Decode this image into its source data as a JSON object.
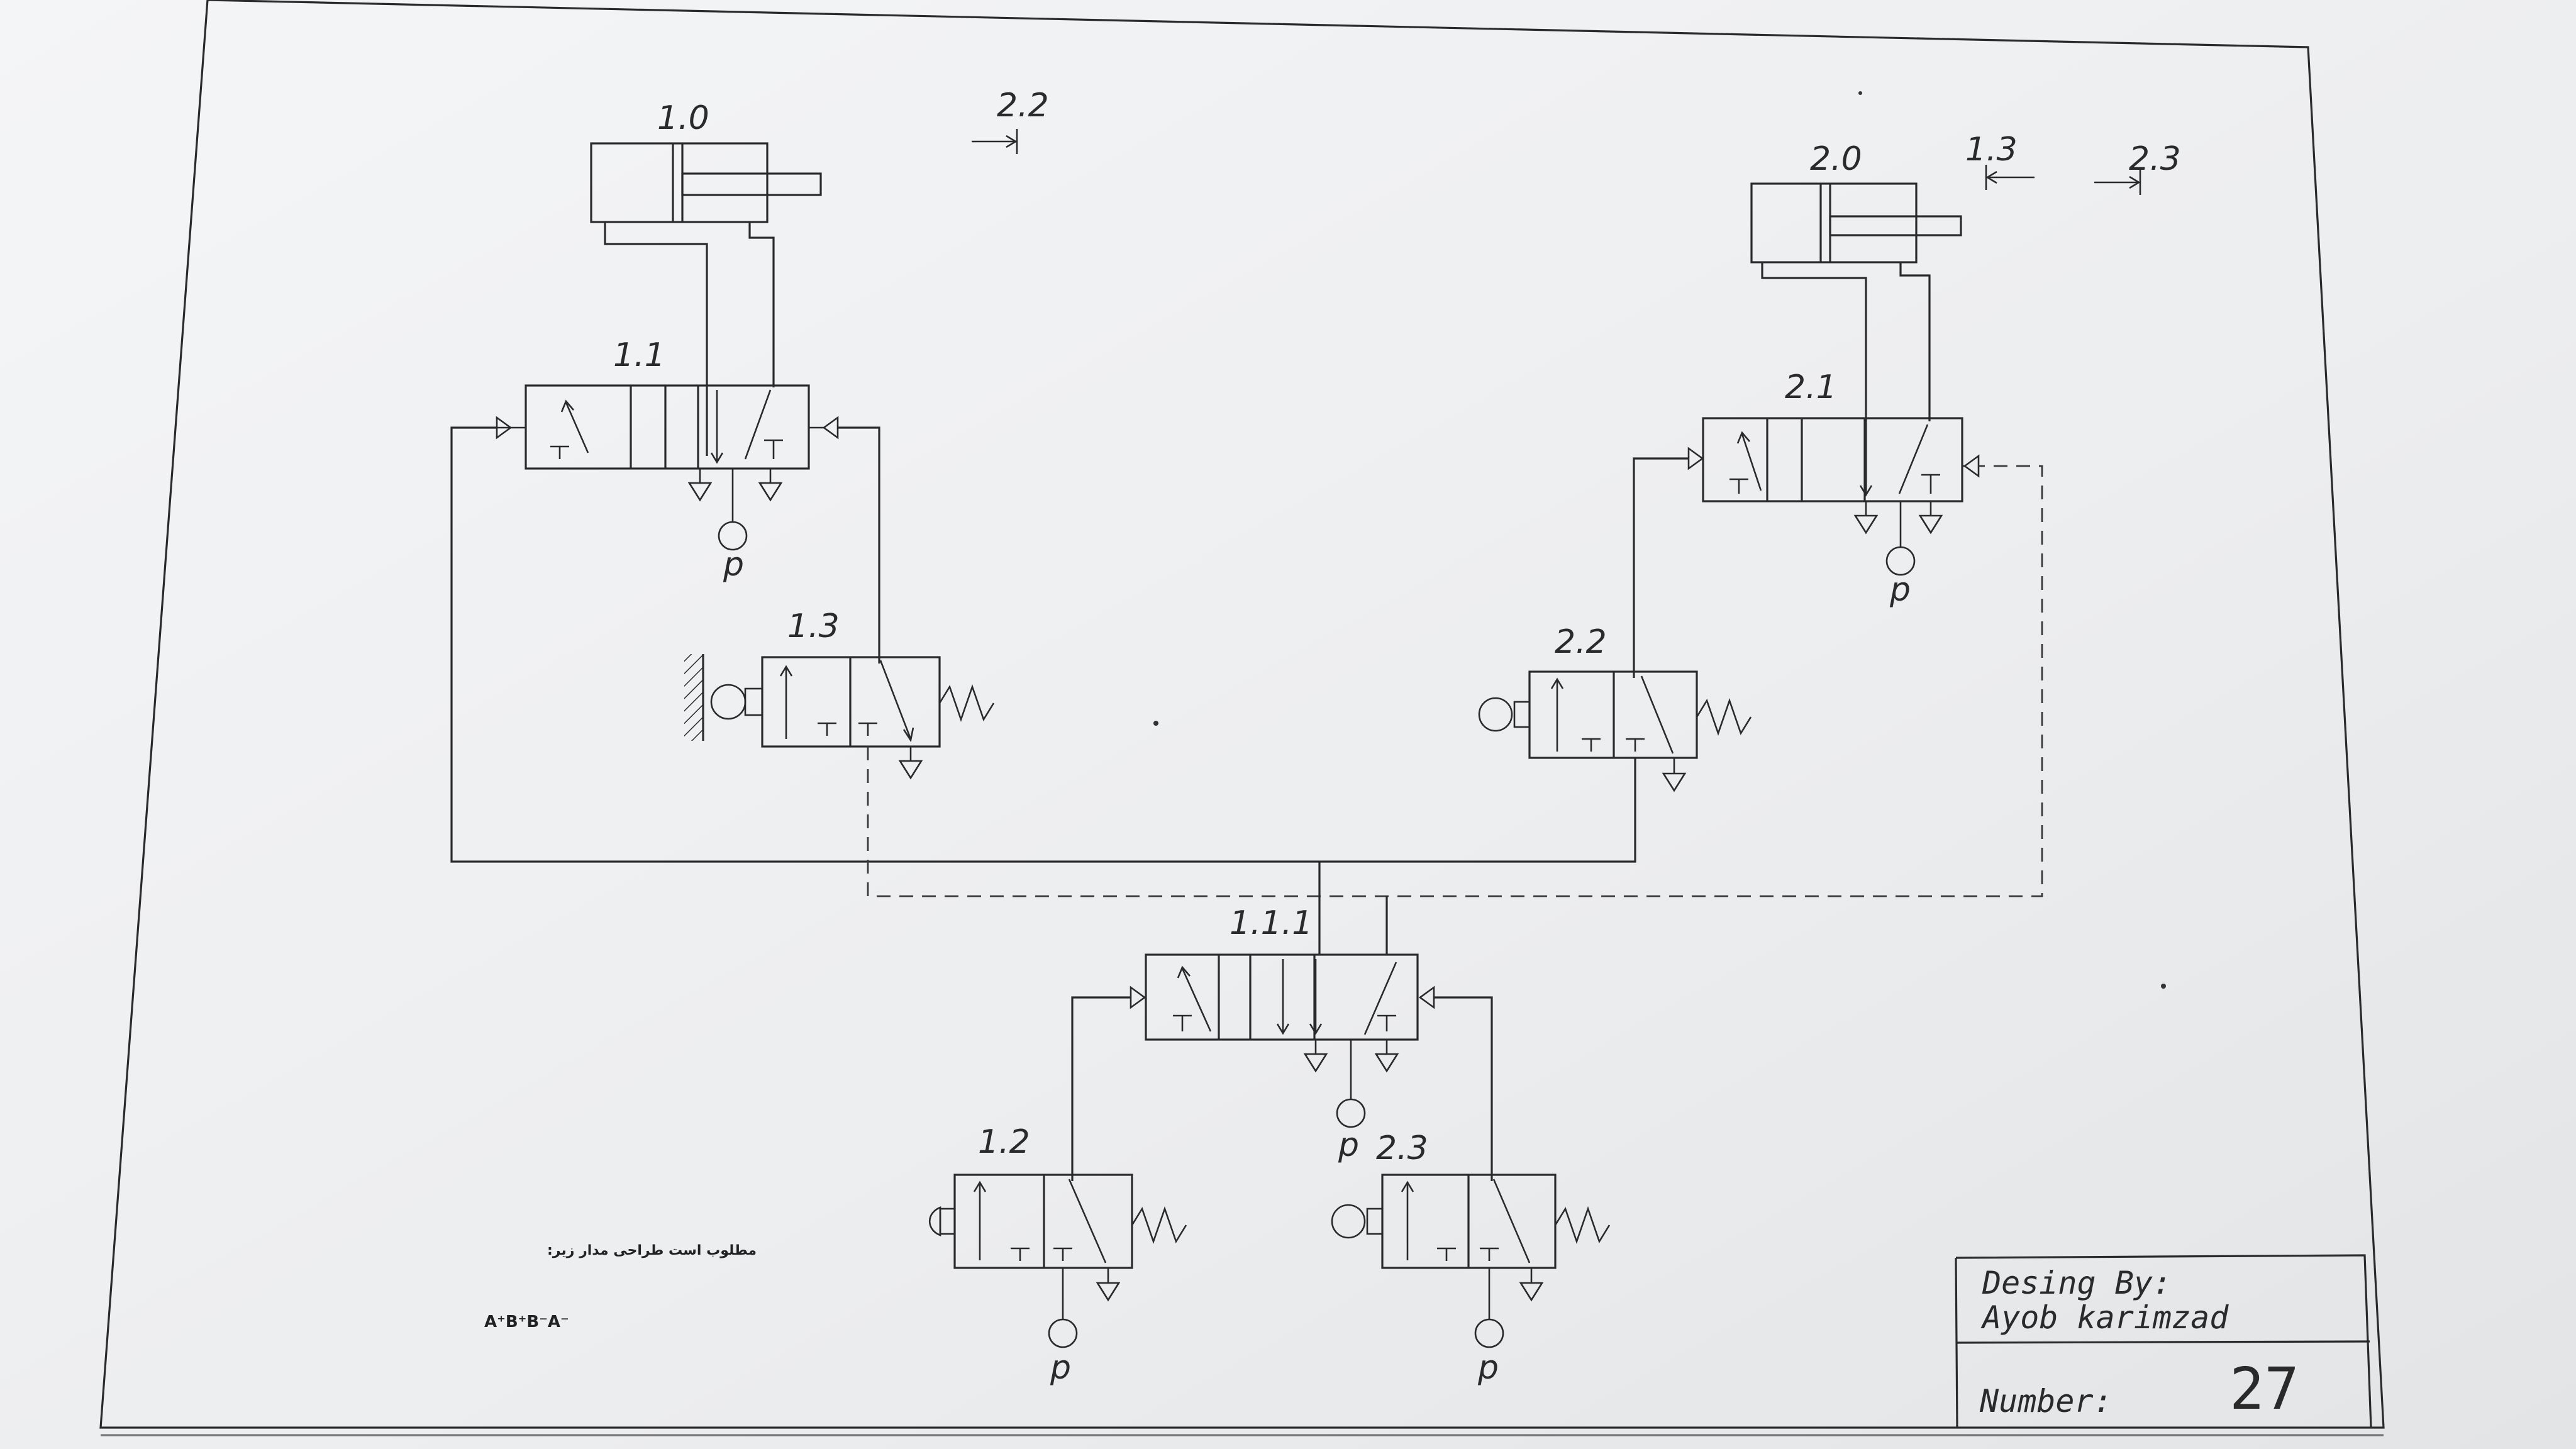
{
  "components": {
    "cyl_1_0": "1.0",
    "cyl_2_0": "2.0",
    "valve_1_1": "1.1",
    "valve_2_1": "2.1",
    "valve_1_1_1": "1.1.1",
    "valve_1_2": "1.2",
    "valve_1_3": "1.3",
    "valve_2_2": "2.2",
    "valve_2_3": "2.3"
  },
  "limit_markers": {
    "m_2_2": "2.2",
    "m_1_3": "1.3",
    "m_2_3": "2.3"
  },
  "pressure": {
    "p1": "p",
    "p2": "p",
    "p3": "p",
    "p4": "p",
    "p5": "p"
  },
  "note": {
    "line1": "مطلوب است طراحی مدار زیر:",
    "sequence": "A⁺B⁺B⁻A⁻"
  },
  "title_block": {
    "designed_label": "Desing By:",
    "designer": "Ayob karimzad",
    "number_label": "Number:",
    "number": "27"
  }
}
